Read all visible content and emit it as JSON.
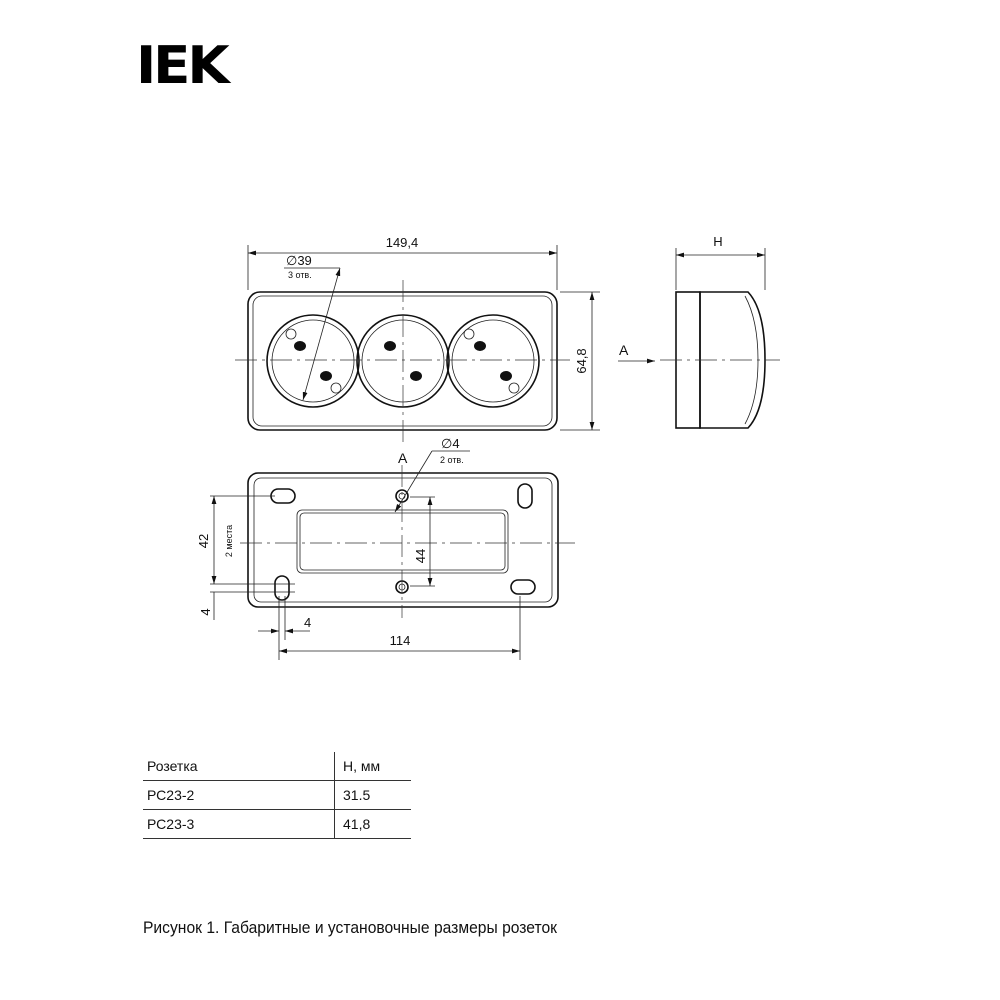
{
  "logo": "IEK",
  "front_view": {
    "width_dim": "149,4",
    "hole_dia": "∅39",
    "hole_count": "3 отв.",
    "height_dim": "64,8",
    "view_arrow": "A"
  },
  "side_view": {
    "depth_dim": "H"
  },
  "back_view": {
    "view_label": "A",
    "hole_dia": "∅4",
    "hole_count": "2 отв.",
    "slot_spacing": "42",
    "slot_places": "2 места",
    "hole_spacing": "44",
    "slot_length_v": "4",
    "slot_width_h": "4",
    "slot_distance": "114"
  },
  "table": {
    "headers": [
      "Розетка",
      "Н, мм"
    ],
    "rows": [
      [
        "РС23-2",
        "31.5"
      ],
      [
        "РС23-3",
        "41,8"
      ]
    ]
  },
  "caption": "Рисунок 1. Габаритные и установочные размеры розеток"
}
